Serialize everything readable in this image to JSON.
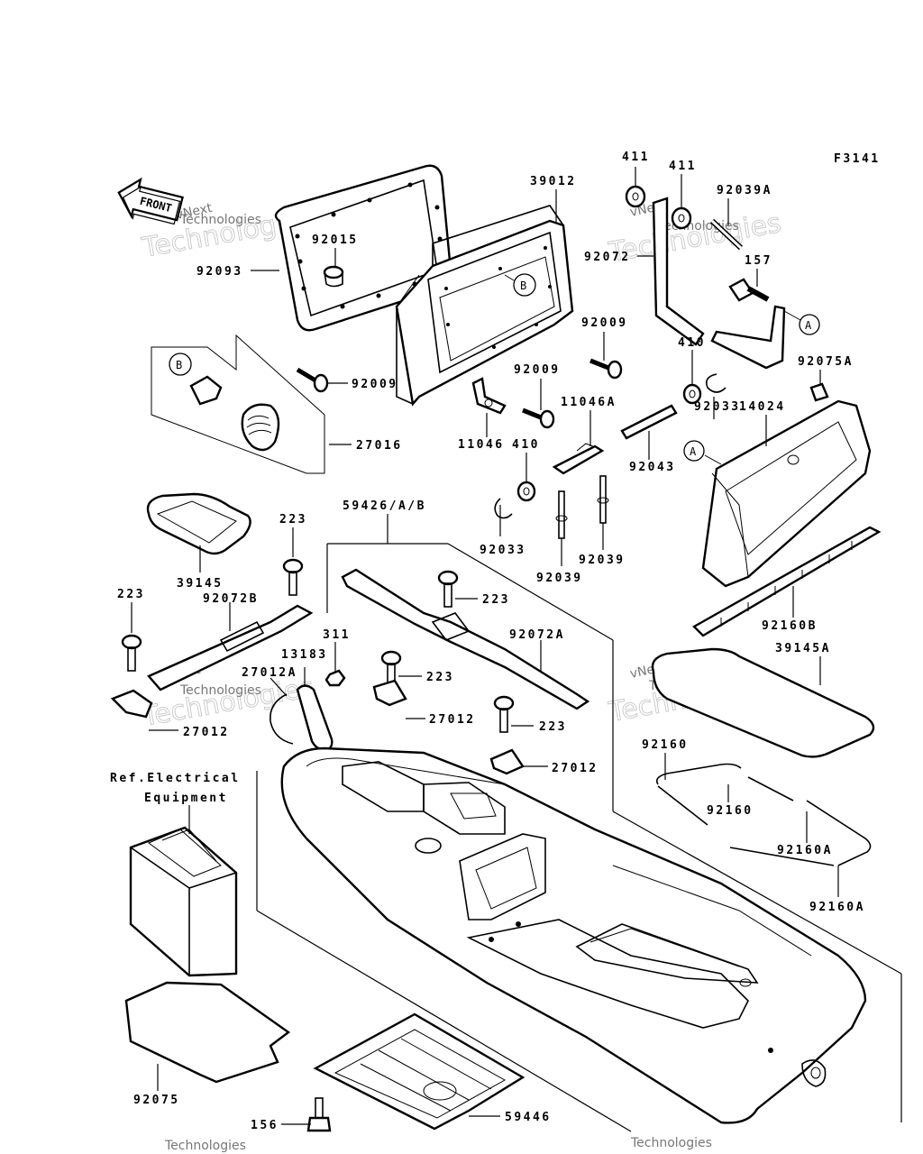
{
  "figure_code": "F3141",
  "front_label": "FRONT",
  "ref_electrical": [
    "Ref.Electrical",
    "Equipment"
  ],
  "watermark": {
    "line1": "vNext",
    "line2": "Technologies"
  },
  "callouts": {
    "A": "A",
    "B": "B"
  },
  "parts": [
    "411",
    "411",
    "92039A",
    "39012",
    "92015",
    "92093",
    "92072",
    "157",
    "92009",
    "92009",
    "92009",
    "410",
    "92075A",
    "11046A",
    "92033",
    "14024",
    "27016",
    "11046",
    "410",
    "92043",
    "59426/A/B",
    "223",
    "223",
    "223",
    "223",
    "223",
    "92033",
    "92039",
    "92039",
    "39145",
    "92072B",
    "311",
    "13183",
    "27012A",
    "92072A",
    "92160B",
    "39145A",
    "27012",
    "27012",
    "27012",
    "92160",
    "92160",
    "92160A",
    "92160A",
    "92075",
    "156",
    "59446"
  ]
}
